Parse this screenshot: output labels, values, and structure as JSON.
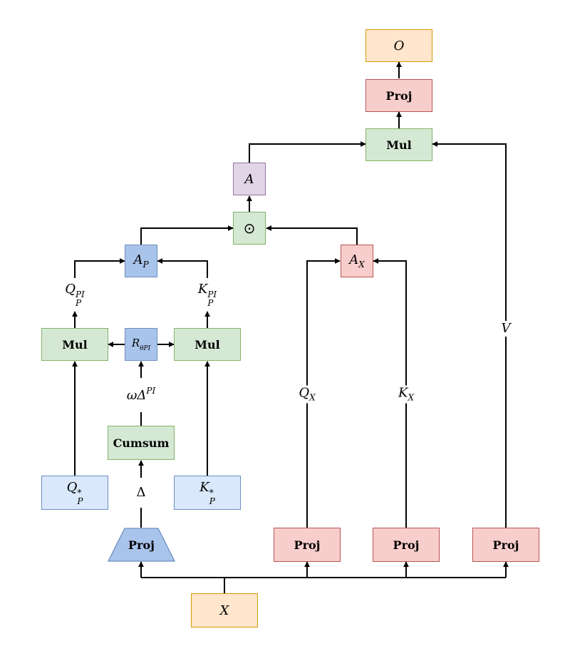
{
  "colors": {
    "orange_fill": "#ffe6cc",
    "orange_stroke": "#d79b00",
    "red_fill": "#f8cecc",
    "red_stroke": "#b85450",
    "green_fill": "#d5e8d4",
    "green_stroke": "#82b366",
    "purple_fill": "#e1d5e7",
    "purple_stroke": "#9673a6",
    "blue_fill": "#a9c4eb",
    "lightblue_fill": "#dae8fc",
    "blue_stroke": "#6c8ebf"
  },
  "nodes": {
    "output": "O",
    "proj_out": "Proj",
    "mul_top": "Mul",
    "attn": "A",
    "hadamard": "⊙",
    "ap_base": "A",
    "ap_sub": "P",
    "ax_base": "A",
    "ax_sub": "X",
    "mul_left": "Mul",
    "rotation_base": "R",
    "rotation_sub": "θPI",
    "mul_right": "Mul",
    "cumsum": "Cumsum",
    "qstar_base": "Q",
    "qstar_sup": "*",
    "qstar_sub": "P",
    "kstar_base": "K",
    "kstar_sup": "*",
    "kstar_sub": "P",
    "proj_delta": "Proj",
    "proj_q": "Proj",
    "proj_k": "Proj",
    "proj_v": "Proj",
    "input": "X"
  },
  "labels": {
    "qppi_base": "Q",
    "qppi_sup": "PI",
    "qppi_sub": "P",
    "kppi_base": "K",
    "kppi_sup": "PI",
    "kppi_sub": "P",
    "omega_delta_base": "ωΔ",
    "omega_delta_sup": "PI",
    "delta": "Δ",
    "qx_base": "Q",
    "qx_sub": "X",
    "kx_base": "K",
    "kx_sub": "X",
    "v": "V"
  }
}
